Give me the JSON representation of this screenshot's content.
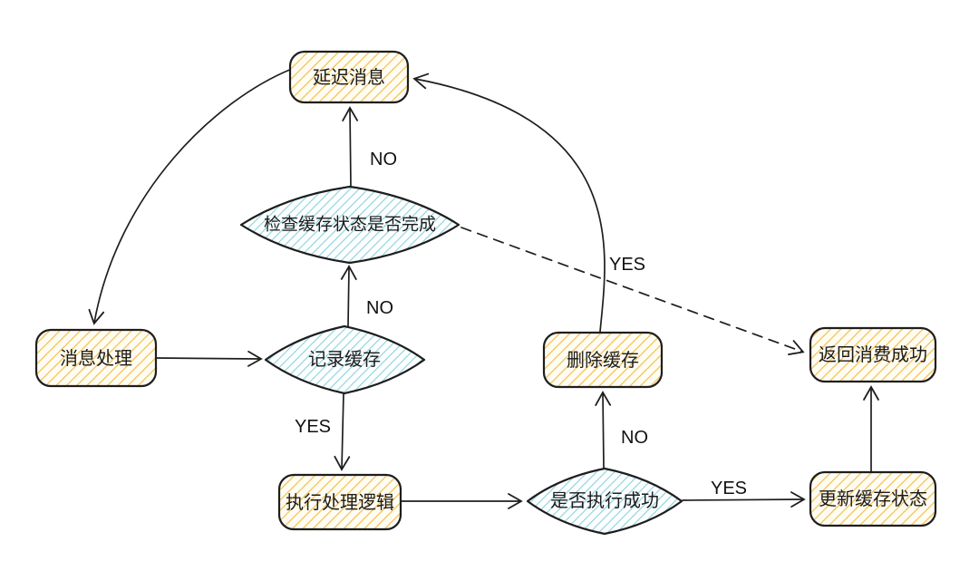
{
  "diagram": {
    "type": "flowchart",
    "description": "Hand-drawn style message consumption / cache flow diagram",
    "colors": {
      "background": "#ffffff",
      "process_hatch": "#f4c35a",
      "decision_hatch": "#8fd3e0",
      "outline": "#1e1e1e",
      "text": "#1b1b1b"
    },
    "nodes": [
      {
        "id": "delay-message",
        "type": "process",
        "label": "延迟消息"
      },
      {
        "id": "check-cache-status",
        "type": "decision",
        "label": "检查缓存状态是否完成"
      },
      {
        "id": "message-processing",
        "type": "process",
        "label": "消息处理"
      },
      {
        "id": "record-cache",
        "type": "decision",
        "label": "记录缓存"
      },
      {
        "id": "delete-cache",
        "type": "process",
        "label": "删除缓存"
      },
      {
        "id": "return-consume-success",
        "type": "process",
        "label": "返回消费成功"
      },
      {
        "id": "execute-processing-logic",
        "type": "process",
        "label": "执行处理逻辑"
      },
      {
        "id": "is-execution-successful",
        "type": "decision",
        "label": "是否执行成功"
      },
      {
        "id": "update-cache-status",
        "type": "process",
        "label": "更新缓存状态"
      }
    ],
    "edges": [
      {
        "from": "check-cache-status",
        "to": "delay-message",
        "label": "NO",
        "style": "solid"
      },
      {
        "from": "delay-message",
        "to": "message-processing",
        "label": "",
        "style": "solid-curved"
      },
      {
        "from": "message-processing",
        "to": "record-cache",
        "label": "",
        "style": "solid"
      },
      {
        "from": "record-cache",
        "to": "check-cache-status",
        "label": "NO",
        "style": "solid"
      },
      {
        "from": "record-cache",
        "to": "execute-processing-logic",
        "label": "YES",
        "style": "solid"
      },
      {
        "from": "execute-processing-logic",
        "to": "is-execution-successful",
        "label": "",
        "style": "solid"
      },
      {
        "from": "is-execution-successful",
        "to": "delete-cache",
        "label": "NO",
        "style": "solid"
      },
      {
        "from": "is-execution-successful",
        "to": "update-cache-status",
        "label": "YES",
        "style": "solid"
      },
      {
        "from": "delete-cache",
        "to": "delay-message",
        "label": "YES",
        "style": "solid-curved"
      },
      {
        "from": "update-cache-status",
        "to": "return-consume-success",
        "label": "",
        "style": "solid"
      },
      {
        "from": "check-cache-status",
        "to": "return-consume-success",
        "label": "",
        "style": "dashed"
      }
    ]
  }
}
